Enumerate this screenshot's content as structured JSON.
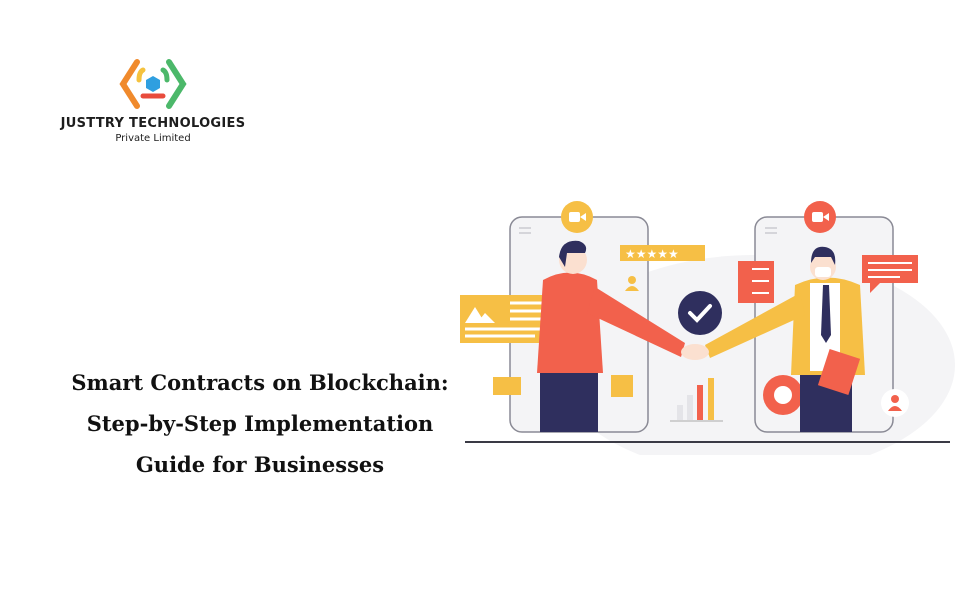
{
  "logo": {
    "icon": "hexagon-code-brackets-icon",
    "company_name": "JUSTTRY TECHNOLOGIES",
    "company_suffix": "Private Limited",
    "colors": [
      "#f08a2c",
      "#f5c23e",
      "#e84b3c",
      "#4cb86a",
      "#2f9fe0"
    ]
  },
  "headline": {
    "line1": "Smart Contracts on Blockchain:",
    "line2": "Step-by-Step Implementation",
    "line3": "Guide for Businesses"
  },
  "illustration": {
    "description": "business handshake between two people on phone screens",
    "left_person_shirt": "#f2614c",
    "right_person_jacket": "#f6bf45",
    "accent_yellow": "#f6bf45",
    "accent_red": "#f2614c",
    "navy": "#2f2f5e",
    "rating_stars": 5
  }
}
